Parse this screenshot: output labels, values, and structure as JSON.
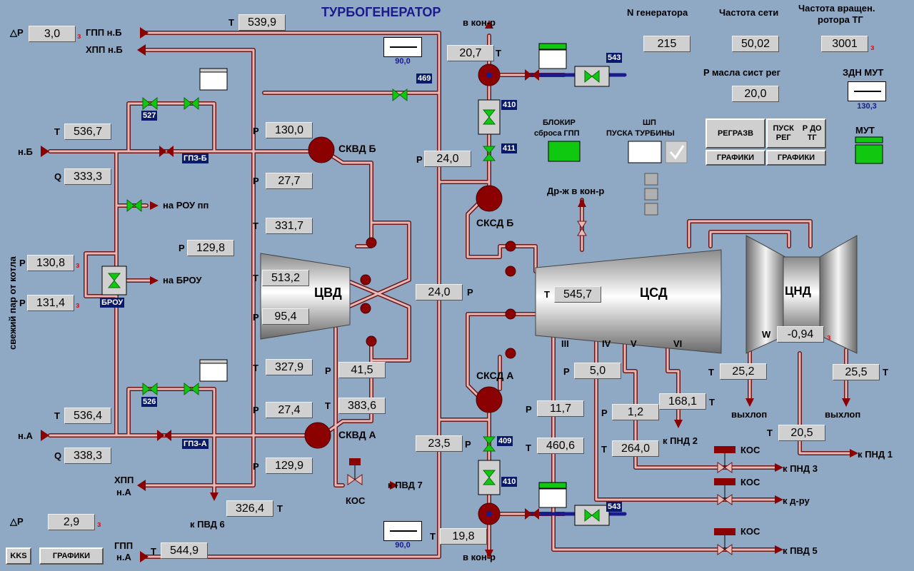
{
  "title": "ТУРБОГЕНЕРАТОР",
  "side_label": "свежий пар от котла",
  "header": {
    "n_gen_label": "N генератора",
    "n_gen": "215",
    "freq_label": "Частота сети",
    "freq": "50,02",
    "rotor_label_1": "Частота вращен.",
    "rotor_label_2": "ротора ТГ",
    "rotor": "3001",
    "oil_label": "P масла сист рег",
    "oil": "20,0",
    "zdn_label": "ЗДН МУТ",
    "zdn_val": "130,3",
    "mut_label": "МУТ"
  },
  "marks": {
    "z": "з"
  },
  "left": {
    "dp_top": "3,0",
    "dp_bot": "2,9",
    "dp_sym": "△P",
    "gpp_nb": "ГПП н.Б",
    "hpp_nb": "ХПП н.Б",
    "t_b_lbl": "T",
    "t_b": "536,7",
    "nb": "н.Б",
    "q_b_lbl": "Q",
    "q_b": "333,3",
    "p1_lbl": "P",
    "p1": "130,8",
    "p2_lbl": "P",
    "p2": "131,4",
    "t_a_lbl": "T",
    "t_a": "536,4",
    "na": "н.А",
    "q_a_lbl": "Q",
    "q_a": "338,3",
    "hpp_na": "ХПП",
    "hpp_na2": "н.А",
    "gpp_na": "ГПП",
    "gpp_na2": "н.А",
    "t_gpp_lbl": "T",
    "t_gpp": "544,9",
    "rou": "на РОУ пп",
    "brou_lbl": "на  БРОУ",
    "brou": "БРОУ",
    "gpz_b": "ГПЗ-Б",
    "gpz_a": "ГПЗ-А",
    "v527": "527",
    "v526": "526",
    "p_mid_lbl": "P",
    "p_mid": "129,8"
  },
  "cvd": {
    "t_top_lbl": "T",
    "t_top": "539,9",
    "p130_lbl": "P",
    "p130": "130,0",
    "p27a_lbl": "P",
    "p27a": "27,7",
    "t331_lbl": "T",
    "t331": "331,7",
    "t513_lbl": "T",
    "t513": "513,2",
    "p95_lbl": "P",
    "p95": "95,4",
    "t327_lbl": "T",
    "t327": "327,9",
    "p27b_lbl": "P",
    "p27b": "27,4",
    "p129_lbl": "P",
    "p129": "129,9",
    "p41_lbl": "P",
    "p41": "41,5",
    "t383_lbl": "T",
    "t383": "383,6",
    "name": "ЦВД",
    "skvd_b": "СКВД Б",
    "skvd_a": "СКВД А",
    "kos": "КОС",
    "pvd7": "к  ПВД 7",
    "pvd6": "к  ПВД 6",
    "t326": "326,4",
    "t326_lbl": "T"
  },
  "mid": {
    "v_kon_top": "в  кон-р",
    "v_kon_bot": "в  кон-р",
    "t207": "20,7",
    "t207_lbl": "T",
    "t198": "19,8",
    "t198_lbl": "T",
    "v469": "469",
    "v410a": "410",
    "v411": "411",
    "v409": "409",
    "v410b": "410",
    "v543a": "543",
    "v543b": "543",
    "p240_lbl": "P",
    "p240": "24,0",
    "p240b": "24,0",
    "p240b_lbl": "P",
    "p235": "23,5",
    "p235_lbl": "P",
    "zdn_top": "90,0",
    "zdn_bot": "90,0",
    "skcd_b": "СКСД Б",
    "skcd_a": "СКСД А",
    "blok1": "БЛОКИР",
    "blok2": "сброса ГПП",
    "shp1": "ШП",
    "shp2": "ПУСКА ТУРБИНЫ",
    "drj": "Др-ж в кон-р"
  },
  "buttons": {
    "reg1": "РЕГ",
    "reg2": "РАЗВ",
    "pusk1": "ПУСК РЕГ",
    "pusk2": "Р ДО ТГ",
    "graf1": "ГРАФИКИ",
    "graf2": "ГРАФИКИ",
    "kks": "KKS",
    "graf3": "ГРАФИКИ"
  },
  "csd": {
    "name": "ЦСД",
    "t_lbl": "T",
    "t": "545,7",
    "p117_lbl": "P",
    "p117": "11,7",
    "t460_lbl": "T",
    "t460": "460,6",
    "p50_lbl": "P",
    "p50": "5,0",
    "p12_lbl": "P",
    "p12": "1,2",
    "t264_lbl": "T",
    "t264": "264,0",
    "t168": "168,1",
    "t168_lbl": "T",
    "r3": "III",
    "r4": "IV",
    "r5": "V",
    "r6": "VI",
    "pnd2": "к  ПНД 2",
    "pnd3": "к  ПНД 3",
    "dru": "к  д-ру",
    "pvd5": "к  ПВД 5",
    "kos1": "КОС",
    "kos2": "КОС",
    "kos3": "КОС"
  },
  "cnd": {
    "name": "ЦНД",
    "w_lbl": "W",
    "w": "-0,94",
    "t252_lbl": "T",
    "t252": "25,2",
    "t255": "25,5",
    "t255_lbl": "T",
    "t205_lbl": "T",
    "t205": "20,5",
    "vyh1": "выхлоп",
    "vyh2": "выхлоп",
    "pnd1": "к  ПНД 1"
  },
  "colors": {
    "bg": "#8fa8c4",
    "pipe": "#e6b8b8",
    "pipe_edge": "#6a1818",
    "valve_green": "#11c811",
    "valve_red": "#8b0000",
    "tag": "#0a1a6a"
  }
}
